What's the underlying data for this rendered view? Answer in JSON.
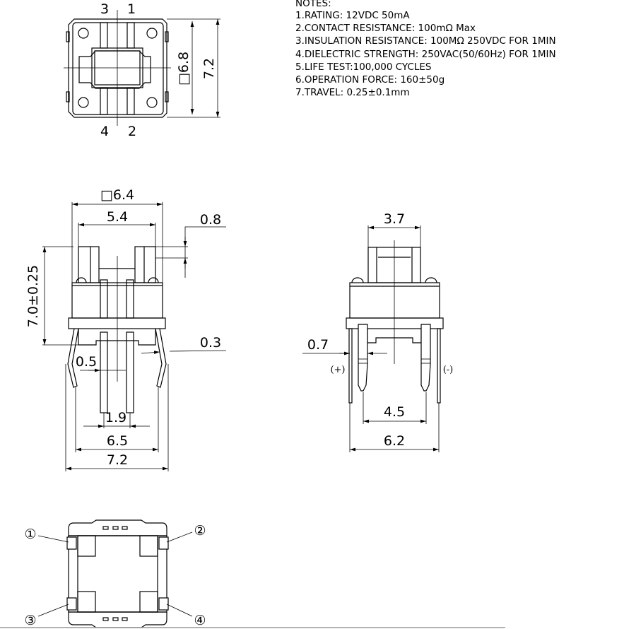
{
  "notes": {
    "title": "NOTES:",
    "items": [
      "1.RATING: 12VDC 50mA",
      "2.CONTACT RESISTANCE: 100mΩ Max",
      "3.INSULATION RESISTANCE: 100MΩ 250VDC FOR 1MIN",
      "4.DIELECTRIC STRENGTH: 250VAC(50/60Hz) FOR 1MIN",
      "5.LIFE TEST:100,000 CYCLES",
      "6.OPERATION FORCE: 160±50g",
      "7.TRAVEL: 0.25±0.1mm"
    ]
  },
  "top_view": {
    "pins": [
      "3",
      "1",
      "4",
      "2"
    ],
    "dim_inner": "□6.8",
    "dim_outer": "7.2"
  },
  "front_view": {
    "dims": {
      "body": "□6.4",
      "stem": "5.4",
      "stem_step": "0.8",
      "height": "7.0±0.25",
      "lead_thick": "0.3",
      "pin_offset": "0.5",
      "pin_pitch": "1.9",
      "lead_span": "6.5",
      "overall": "7.2"
    }
  },
  "side_view": {
    "dims": {
      "stem": "3.7",
      "lead_width": "0.7",
      "led_pitch": "4.5",
      "lead_span": "6.2"
    },
    "polarity": {
      "plus": "(+)",
      "minus": "(-)"
    }
  },
  "bottom_view": {
    "pin_labels": [
      "①",
      "②",
      "③",
      "④"
    ]
  }
}
